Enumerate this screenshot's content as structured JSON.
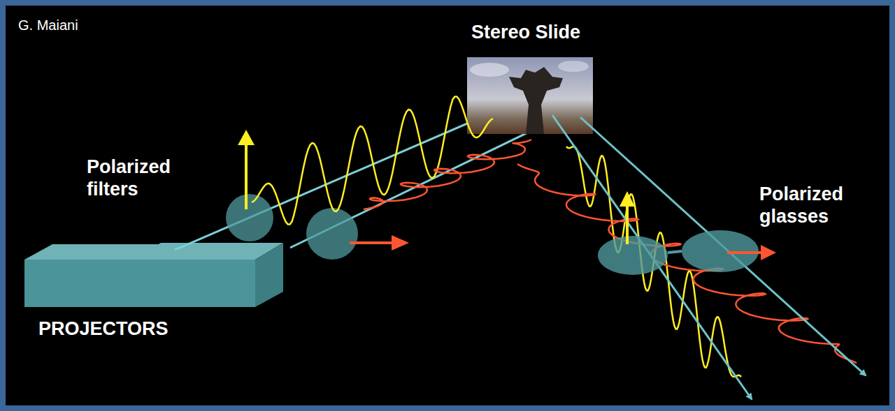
{
  "diagram": {
    "labels": [
      "G. Maiani",
      "Stereo Slide",
      "Polarized filters",
      "Polarized glasses",
      "PROJECTORS"
    ]
  }
}
